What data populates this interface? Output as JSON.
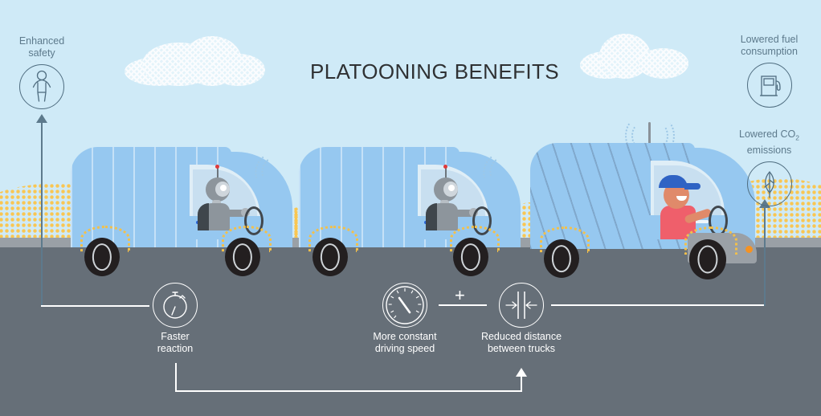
{
  "title": "PLATOONING BENEFITS",
  "scene": {
    "sky_color": "#cfeaf7",
    "road_color": "#666f78",
    "shoulder_color": "#9aa0a6",
    "truck_color": "#96c8f0",
    "field_dot_color": "#f9c652",
    "accent_label_color": "#5d7a8c"
  },
  "callouts": {
    "enhanced_safety": {
      "label": "Enhanced\nsafety",
      "icon": "pedestrian-icon"
    },
    "lowered_fuel": {
      "label": "Lowered fuel\nconsumption",
      "icon": "fuel-pump-icon"
    },
    "lowered_co2": {
      "label_line1": "Lowered CO",
      "label_sub": "2",
      "label_line2": "emissions",
      "icon": "leaf-icon"
    },
    "faster_reaction": {
      "label": "Faster\nreaction",
      "icon": "stopwatch-icon"
    },
    "constant_speed": {
      "label": "More constant\ndriving speed",
      "icon": "speedometer-icon"
    },
    "reduced_distance": {
      "label": "Reduced distance\nbetween trucks",
      "icon": "distance-arrows-icon"
    },
    "plus_connector": "+"
  },
  "trucks": [
    {
      "name": "trailing-truck-rear",
      "driver": "robot"
    },
    {
      "name": "trailing-truck-middle",
      "driver": "robot"
    },
    {
      "name": "lead-truck",
      "driver": "human",
      "antenna": true
    }
  ]
}
